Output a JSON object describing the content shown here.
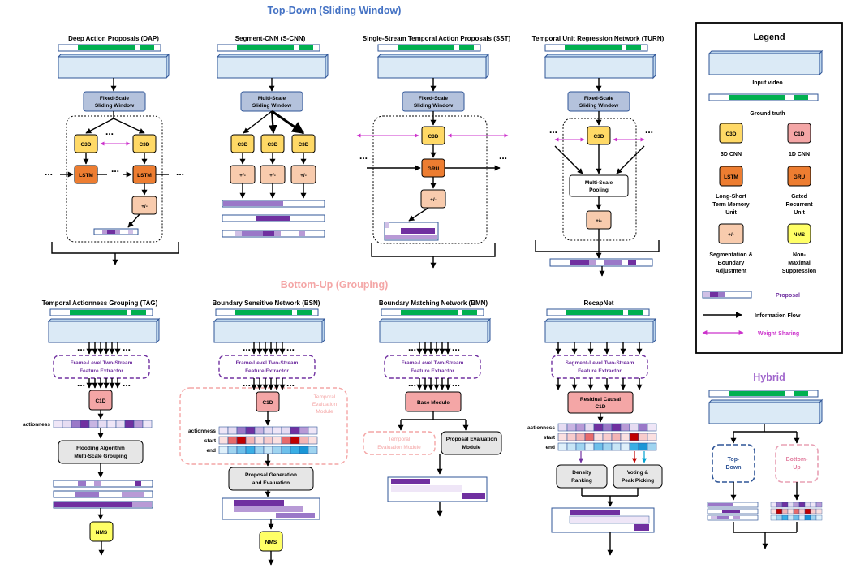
{
  "headings": {
    "top_down": "Top-Down (Sliding Window)",
    "bottom_up": "Bottom-Up (Grouping)",
    "hybrid": "Hybrid"
  },
  "methods": {
    "dap": "Deep Action Proposals (DAP)",
    "scnn": "Segment-CNN (S-CNN)",
    "sst": "Single-Stream Temporal Action Proposals (SST)",
    "turn": "Temporal Unit Regression Network (TURN)",
    "tag": "Temporal Actionness Grouping (TAG)",
    "bsn": "Boundary Sensitive Network (BSN)",
    "bmn": "Boundary Matching Network (BMN)",
    "recap": "RecapNet"
  },
  "labels": {
    "fixed1": "Fixed-Scale",
    "fixed2": "Sliding Window",
    "multi1": "Multi-Scale",
    "multi2": "Sliding Window",
    "c3d": "C3D",
    "lstm": "LSTM",
    "gru": "GRU",
    "pm": "+/-",
    "c1d": "C1D",
    "nms": "NMS",
    "msp1": "Multi-Scale",
    "msp2": "Pooling",
    "fl1": "Frame-Level Two-Stream",
    "fl2": "Feature Extractor",
    "sl1": "Segment-Level Two-Stream",
    "sl2": "Feature Extractor",
    "actionness": "actionness",
    "start": "start",
    "end": "end",
    "flood1": "Flooding Algorithm",
    "flood2": "Multi-Scale Grouping",
    "tem1": "Temporal",
    "tem2": "Evaluation",
    "tem3": "Module",
    "tem_bmn1": "Temporal",
    "tem_bmn2": "Evaluation Module",
    "pem1": "Proposal Evaluation",
    "pem2": "Module",
    "pg1": "Proposal Generation",
    "pg2": "and Evaluation",
    "base": "Base Module",
    "rc1": "Residual Causal",
    "rc2": "C1D",
    "dr1": "Density",
    "dr2": "Ranking",
    "vp1": "Voting &",
    "vp2": "Peak Picking",
    "td1": "Top-",
    "td2": "Down",
    "bu1": "Bottom-",
    "bu2": "Up",
    "dots": "..."
  },
  "legend": {
    "title": "Legend",
    "input_video": "Input video",
    "ground_truth": "Ground truth",
    "c3d_name": "3D CNN",
    "c1d_name": "1D CNN",
    "lstm_name1": "Long-Short",
    "lstm_name2": "Term Memory",
    "lstm_name3": "Unit",
    "gru_name1": "Gated",
    "gru_name2": "Recurrent",
    "gru_name3": "Unit",
    "seg1": "Segmentation &",
    "seg2": "Boundary",
    "seg3": "Adjustment",
    "nms1": "Non-",
    "nms2": "Maximal",
    "nms3": "Suppression",
    "proposal": "Proposal",
    "info_flow": "Information Flow",
    "weight_sharing": "Weight Sharing"
  },
  "colors": {
    "video_fill": "#dbeaf6",
    "video_edge": "#2f5597",
    "gt": "#00b050",
    "c3d": "#ffd966",
    "lstm": "#ed7d31",
    "pm": "#f8cbad",
    "c1d": "#f4a6a6",
    "nms": "#ffff66",
    "sw": "#b4c2dc",
    "grey": "#e6e6e6",
    "purple": "#7030a0",
    "magenta": "#cc33cc"
  }
}
